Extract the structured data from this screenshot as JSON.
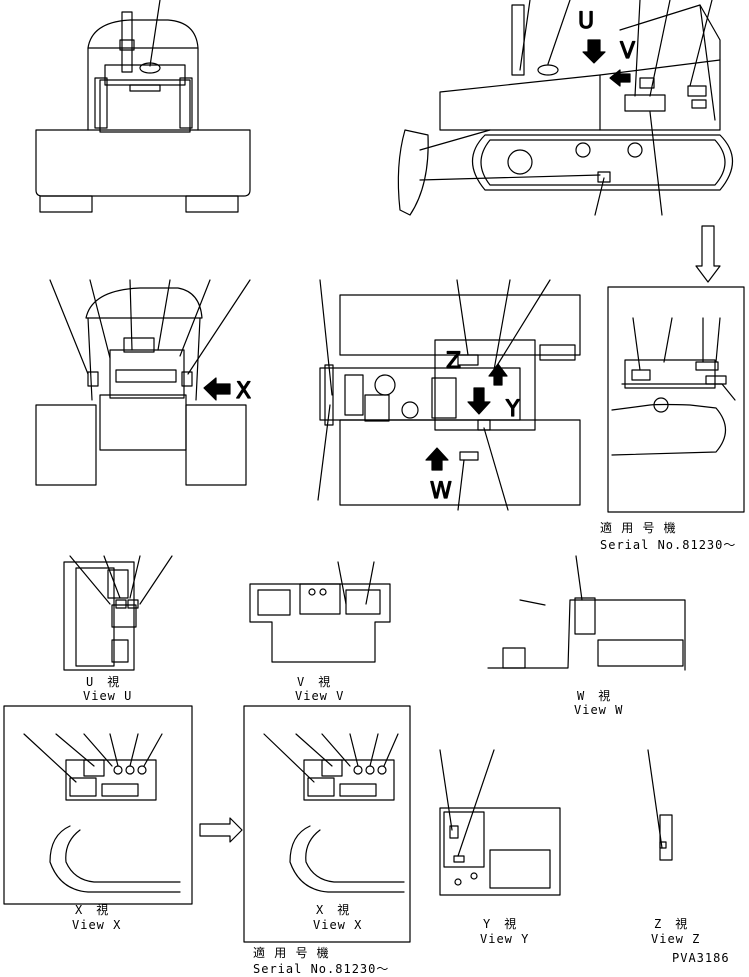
{
  "views": {
    "u": {
      "jp": "U　視",
      "en": "View U"
    },
    "v": {
      "jp": "V　視",
      "en": "View V"
    },
    "w": {
      "jp": "W　視",
      "en": "View W"
    },
    "x1": {
      "jp": "X　視",
      "en": "View X"
    },
    "x2": {
      "jp": "X　視",
      "en": "View X"
    },
    "y": {
      "jp": "Y　視",
      "en": "View Y"
    },
    "z": {
      "jp": "Z　視",
      "en": "View Z"
    }
  },
  "serials": {
    "right": {
      "jp": "適 用 号 機",
      "en": "Serial No.81230～"
    },
    "bottom": {
      "jp": "適 用 号 機",
      "en": "Serial No.81230～"
    }
  },
  "arrow_letters": {
    "u": "U",
    "v": "V",
    "w": "W",
    "x": "X",
    "y": "Y",
    "z": "Z"
  },
  "part_code": "PVA3186"
}
